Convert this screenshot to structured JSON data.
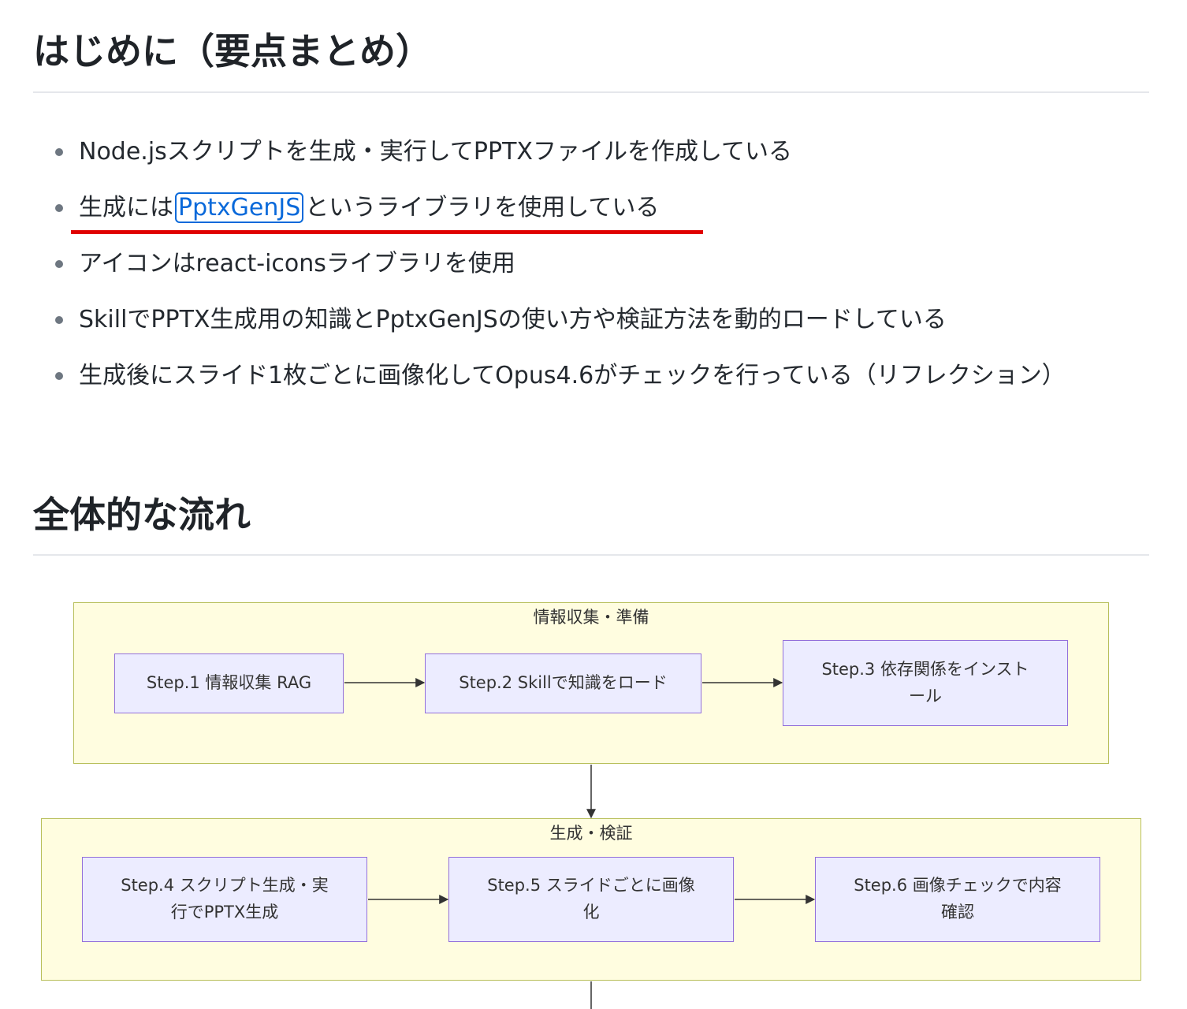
{
  "section1": {
    "title": "はじめに（要点まとめ）",
    "bullets": [
      {
        "text": "Node.jsスクリプトを生成・実行してPPTXファイルを作成している"
      },
      {
        "before": "生成には",
        "link": "PptxGenJS",
        "after": "というライブラリを使用している"
      },
      {
        "text": "アイコンはreact-iconsライブラリを使用"
      },
      {
        "text": "SkillでPPTX生成用の知識とPptxGenJSの使い方や検証方法を動的ロードしている"
      },
      {
        "text": "生成後にスライド1枚ごとに画像化してOpus4.6がチェックを行っている（リフレクション）"
      }
    ],
    "highlight_color": "#e00000"
  },
  "section2": {
    "title": "全体的な流れ"
  },
  "flowchart": {
    "groups": [
      {
        "label": "情報収集・準備",
        "nodes": [
          {
            "label": "Step.1 情報収集 RAG"
          },
          {
            "label": "Step.2 Skillで知識をロード"
          },
          {
            "label": "Step.3 依存関係をインスト ール"
          }
        ]
      },
      {
        "label": "生成・検証",
        "nodes": [
          {
            "label": "Step.4 スクリプト生成・実 行でPPTX生成"
          },
          {
            "label": "Step.5 スライドごとに画像 化"
          },
          {
            "label": "Step.6 画像チェックで内容 確認"
          }
        ]
      }
    ],
    "colors": {
      "group_fill": "#fffde0",
      "group_border": "#b8bf5a",
      "node_fill": "#ececff",
      "node_border": "#9370db",
      "edge": "#333333"
    }
  }
}
